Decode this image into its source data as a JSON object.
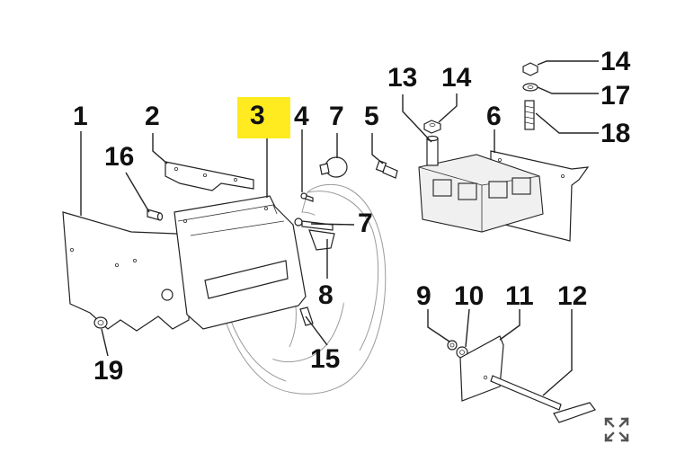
{
  "diagram": {
    "highlight_color": "#ffeb1f",
    "line_color": "#222222",
    "callouts": [
      {
        "id": "1",
        "label": "1",
        "highlighted": false
      },
      {
        "id": "2",
        "label": "2",
        "highlighted": false
      },
      {
        "id": "3",
        "label": "3",
        "highlighted": true
      },
      {
        "id": "4",
        "label": "4",
        "highlighted": false
      },
      {
        "id": "5",
        "label": "5",
        "highlighted": false
      },
      {
        "id": "6",
        "label": "6",
        "highlighted": false
      },
      {
        "id": "7a",
        "label": "7",
        "highlighted": false
      },
      {
        "id": "7b",
        "label": "7",
        "highlighted": false
      },
      {
        "id": "8",
        "label": "8",
        "highlighted": false
      },
      {
        "id": "9",
        "label": "9",
        "highlighted": false
      },
      {
        "id": "10",
        "label": "10",
        "highlighted": false
      },
      {
        "id": "11",
        "label": "11",
        "highlighted": false
      },
      {
        "id": "12",
        "label": "12",
        "highlighted": false
      },
      {
        "id": "13",
        "label": "13",
        "highlighted": false
      },
      {
        "id": "14a",
        "label": "14",
        "highlighted": false
      },
      {
        "id": "14b",
        "label": "14",
        "highlighted": false
      },
      {
        "id": "15",
        "label": "15",
        "highlighted": false
      },
      {
        "id": "16",
        "label": "16",
        "highlighted": false
      },
      {
        "id": "17",
        "label": "17",
        "highlighted": false
      },
      {
        "id": "18",
        "label": "18",
        "highlighted": false
      },
      {
        "id": "19",
        "label": "19",
        "highlighted": false
      }
    ]
  },
  "controls": {
    "expand_icon": "expand-arrows-icon"
  }
}
